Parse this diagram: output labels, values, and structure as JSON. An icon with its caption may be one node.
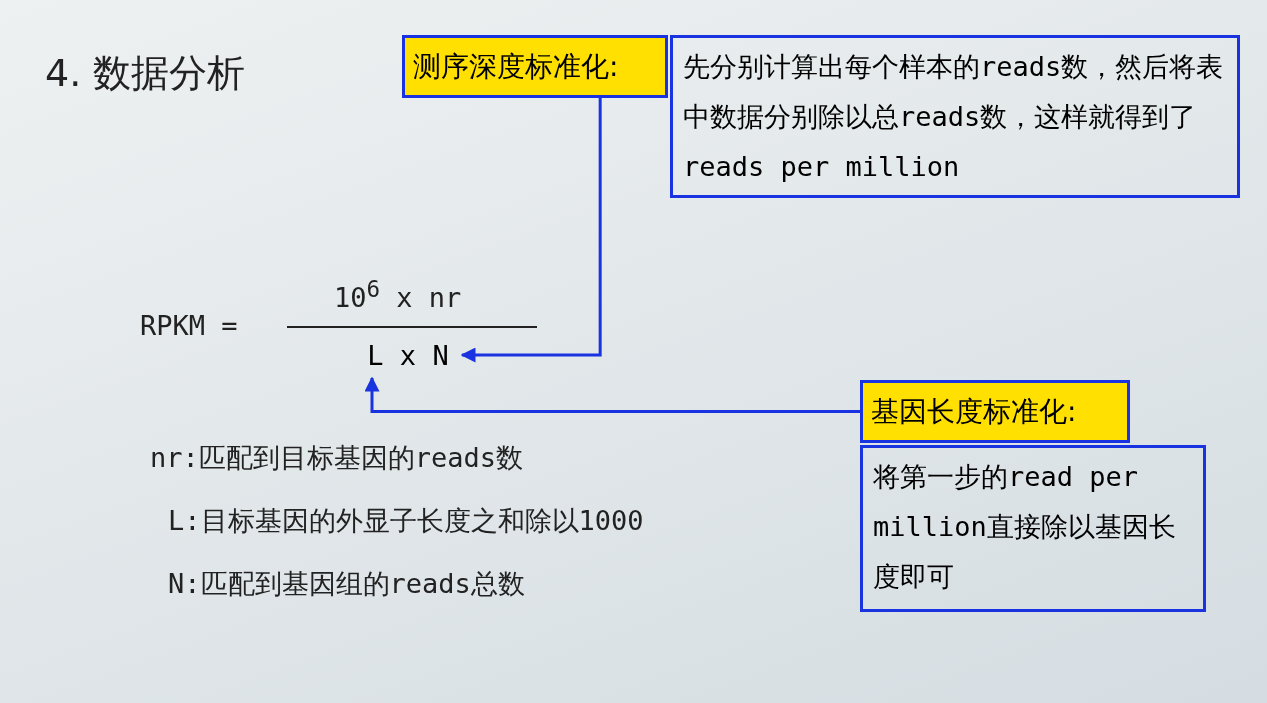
{
  "diagram": {
    "title": "4. 数据分析",
    "nodes": [
      {
        "text": [
          "测序深度标准化:"
        ]
      },
      {
        "text": [
          "先分别计算出每个样本的reads数，然后将表中数据分别除以总reads数，这样就得到了reads per million"
        ]
      },
      {
        "text": [
          "L x N"
        ]
      },
      {
        "text": [
          "基因长度标准化:"
        ]
      },
      {
        "text": [
          "将第一步的read per million直接除以基因长度即可"
        ]
      }
    ],
    "edges": [
      {
        "from": 0,
        "to": 2,
        "arrow": "to"
      },
      {
        "from": 3,
        "to": 2,
        "arrow": "to"
      }
    ],
    "labels": [
      "RPKM =",
      "10$^{6}$ x nr",
      "nr:匹配到目标基因的reads数",
      "L:目标基因的外显子长度之和除以1000",
      "N:匹配到基因组的reads总数"
    ]
  }
}
